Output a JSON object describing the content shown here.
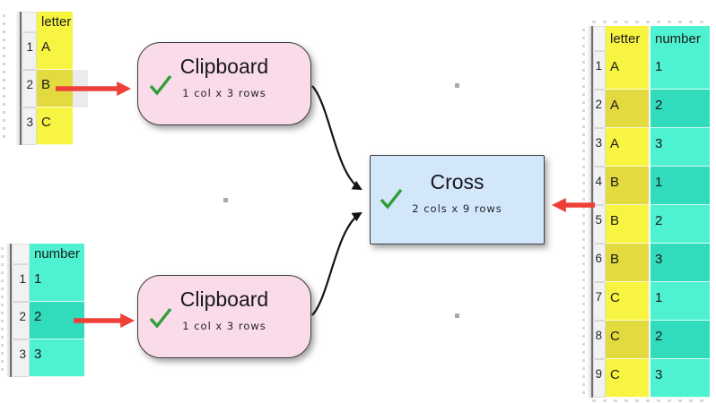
{
  "nodes": {
    "clipboard_top": {
      "title": "Clipboard",
      "subtitle": "1 col x 3 rows"
    },
    "clipboard_bottom": {
      "title": "Clipboard",
      "subtitle": "1 col x 3 rows"
    },
    "cross": {
      "title": "Cross",
      "subtitle": "2 cols x 9 rows"
    }
  },
  "tables": {
    "letter": {
      "header": "letter",
      "rows": [
        {
          "n": "1",
          "v": "A"
        },
        {
          "n": "2",
          "v": "B"
        },
        {
          "n": "3",
          "v": "C"
        }
      ]
    },
    "number": {
      "header": "number",
      "rows": [
        {
          "n": "1",
          "v": "1"
        },
        {
          "n": "2",
          "v": "2"
        },
        {
          "n": "3",
          "v": "3"
        }
      ]
    },
    "result": {
      "headers": [
        "letter",
        "number"
      ],
      "rows": [
        {
          "n": "1",
          "letter": "A",
          "number": "1"
        },
        {
          "n": "2",
          "letter": "A",
          "number": "2"
        },
        {
          "n": "3",
          "letter": "A",
          "number": "3"
        },
        {
          "n": "4",
          "letter": "B",
          "number": "1"
        },
        {
          "n": "5",
          "letter": "B",
          "number": "2"
        },
        {
          "n": "6",
          "letter": "B",
          "number": "3"
        },
        {
          "n": "7",
          "letter": "C",
          "number": "1"
        },
        {
          "n": "8",
          "letter": "C",
          "number": "2"
        },
        {
          "n": "9",
          "letter": "C",
          "number": "3"
        }
      ]
    }
  },
  "icons": {
    "check": "✓"
  },
  "colors": {
    "column_yellow": "#f8f542",
    "column_yellow_alt": "#e2da3e",
    "column_teal": "#4ff2d0",
    "column_teal_alt": "#31dcbc",
    "node_pink": "#fadbe9",
    "node_blue": "#d2e7f9",
    "arrow_red": "#ee4038",
    "check_green": "#2f9e38",
    "connector_black": "#141414"
  }
}
